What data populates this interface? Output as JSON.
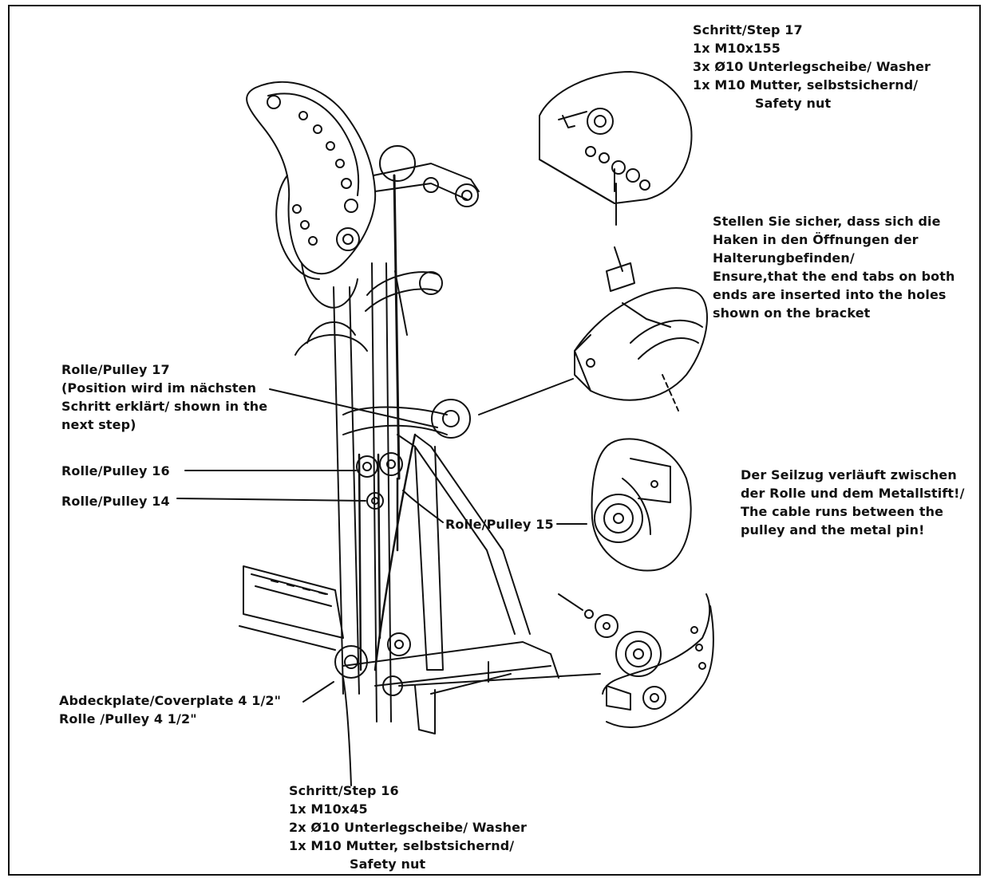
{
  "step17": {
    "title": "Schritt/Step 17",
    "line1": "1x M10x155",
    "line2": "3x Ø10 Unterlegscheibe/ Washer",
    "line3": "1x M10 Mutter, selbstsichernd/",
    "line4": "Safety nut"
  },
  "ensure_note": {
    "line1": "Stellen Sie sicher, dass sich die",
    "line2": "Haken in den Öffnungen der",
    "line3": "Halterungbefinden/",
    "line4": "Ensure,that the end tabs on both",
    "line5": "ends are inserted into the holes",
    "line6": "shown on the bracket"
  },
  "pulley17": {
    "line1": "Rolle/Pulley 17",
    "line2": "(Position wird im nächsten",
    "line3": "Schritt erklärt/ shown in the",
    "line4": "next step)"
  },
  "pulley16": "Rolle/Pulley 16",
  "pulley14": "Rolle/Pulley 14",
  "pulley15": "Rolle/Pulley 15",
  "cable_note": {
    "line1": "Der Seilzug verläuft zwischen",
    "line2": "der Rolle und dem Metallstift!/",
    "line3": "The cable runs between the",
    "line4": "pulley and the metal pin!"
  },
  "coverplate": {
    "line1": "Abdeckplate/Coverplate 4 1/2\"",
    "line2": "Rolle /Pulley 4 1/2\""
  },
  "step16": {
    "title": "Schritt/Step 16",
    "line1": "1x M10x45",
    "line2": "2x Ø10 Unterlegscheibe/ Washer",
    "line3": "1x M10 Mutter, selbstsichernd/",
    "line4": "Safety nut"
  },
  "colors": {
    "ink": "#111111",
    "paper": "#ffffff"
  }
}
